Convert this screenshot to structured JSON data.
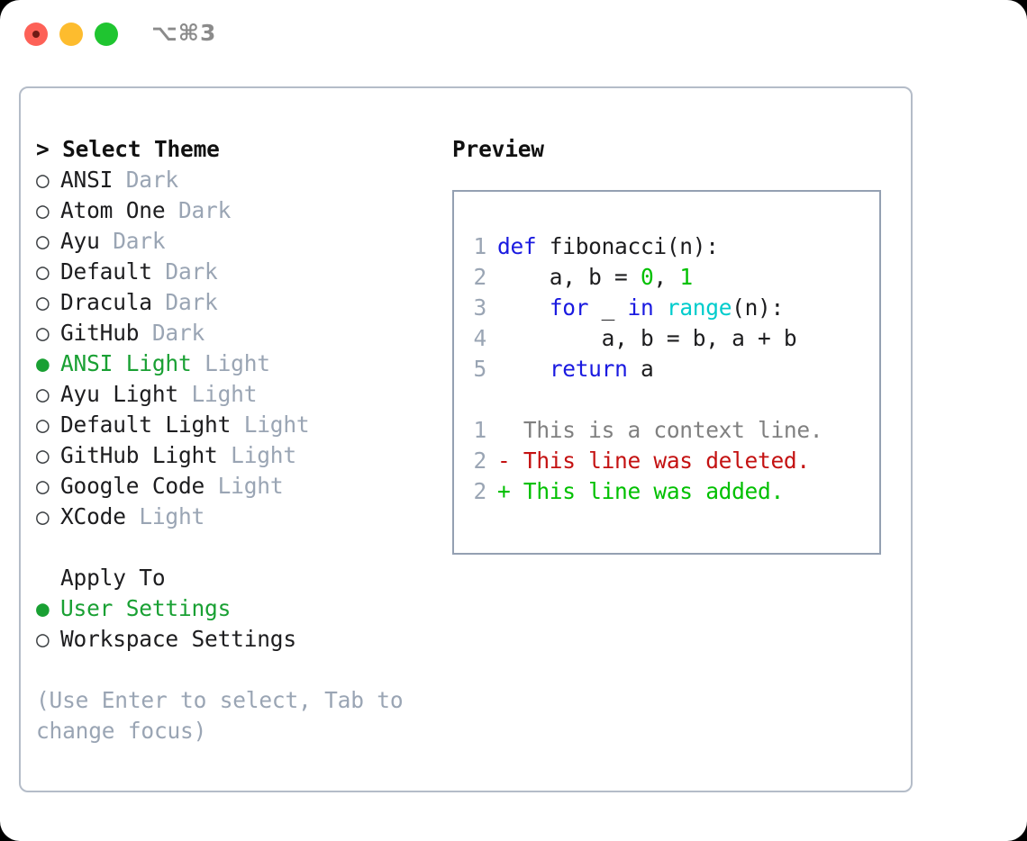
{
  "window": {
    "titlebar_label": "⌥⌘3",
    "traffic_lights": [
      "close-button",
      "minimize-button",
      "maximize-button"
    ],
    "accent_green": "#19a033",
    "border_color": "#b4bcc8"
  },
  "theme_panel": {
    "header": "> Select Theme",
    "themes": [
      {
        "bullet": "○",
        "name": "ANSI",
        "tag": " Dark",
        "selected": false
      },
      {
        "bullet": "○",
        "name": "Atom One",
        "tag": " Dark",
        "selected": false
      },
      {
        "bullet": "○",
        "name": "Ayu",
        "tag": " Dark",
        "selected": false
      },
      {
        "bullet": "○",
        "name": "Default",
        "tag": " Dark",
        "selected": false
      },
      {
        "bullet": "○",
        "name": "Dracula",
        "tag": " Dark",
        "selected": false
      },
      {
        "bullet": "○",
        "name": "GitHub",
        "tag": " Dark",
        "selected": false
      },
      {
        "bullet": "●",
        "name": "ANSI Light",
        "tag": " Light",
        "selected": true
      },
      {
        "bullet": "○",
        "name": "Ayu Light",
        "tag": " Light",
        "selected": false
      },
      {
        "bullet": "○",
        "name": "Default Light",
        "tag": " Light",
        "selected": false
      },
      {
        "bullet": "○",
        "name": "GitHub Light",
        "tag": " Light",
        "selected": false
      },
      {
        "bullet": "○",
        "name": "Google Code",
        "tag": " Light",
        "selected": false
      },
      {
        "bullet": "○",
        "name": "XCode",
        "tag": " Light",
        "selected": false
      }
    ],
    "apply_to_header": "Apply To",
    "apply_to": [
      {
        "bullet": "●",
        "name": "User Settings",
        "selected": true
      },
      {
        "bullet": "○",
        "name": "Workspace Settings",
        "selected": false
      }
    ],
    "hint": "(Use Enter to select, Tab to\nchange focus)"
  },
  "preview": {
    "title": "Preview",
    "code_lines": [
      {
        "num": "1",
        "segments": [
          {
            "t": "def",
            "c": "kw"
          },
          {
            "t": " fibonacci(n):",
            "c": "plain"
          }
        ]
      },
      {
        "num": "2",
        "segments": [
          {
            "t": "    a, b = ",
            "c": "plain"
          },
          {
            "t": "0",
            "c": "num"
          },
          {
            "t": ", ",
            "c": "plain"
          },
          {
            "t": "1",
            "c": "num"
          }
        ]
      },
      {
        "num": "3",
        "segments": [
          {
            "t": "    ",
            "c": "plain"
          },
          {
            "t": "for",
            "c": "kw"
          },
          {
            "t": " _ ",
            "c": "plain"
          },
          {
            "t": "in",
            "c": "kw"
          },
          {
            "t": " ",
            "c": "plain"
          },
          {
            "t": "range",
            "c": "fn"
          },
          {
            "t": "(n):",
            "c": "plain"
          }
        ]
      },
      {
        "num": "4",
        "segments": [
          {
            "t": "        a, b = b, a + b",
            "c": "plain"
          }
        ]
      },
      {
        "num": "5",
        "segments": [
          {
            "t": "    ",
            "c": "plain"
          },
          {
            "t": "return",
            "c": "kw"
          },
          {
            "t": " a",
            "c": "plain"
          }
        ]
      }
    ],
    "diff_lines": [
      {
        "num": "1",
        "marker": "  ",
        "text": "This is a context line.",
        "c": "ctx"
      },
      {
        "num": "2",
        "marker": "- ",
        "text": "This line was deleted.",
        "c": "del"
      },
      {
        "num": "2",
        "marker": "+ ",
        "text": "This line was added.",
        "c": "add"
      }
    ]
  },
  "colors": {
    "keyword": "#1a1ae0",
    "number": "#00c000",
    "function": "#00cccc",
    "context": "#808080",
    "deleted": "#c41212",
    "added": "#00c000",
    "gutter": "#9aa5b4",
    "tag": "#9aa5b4"
  }
}
